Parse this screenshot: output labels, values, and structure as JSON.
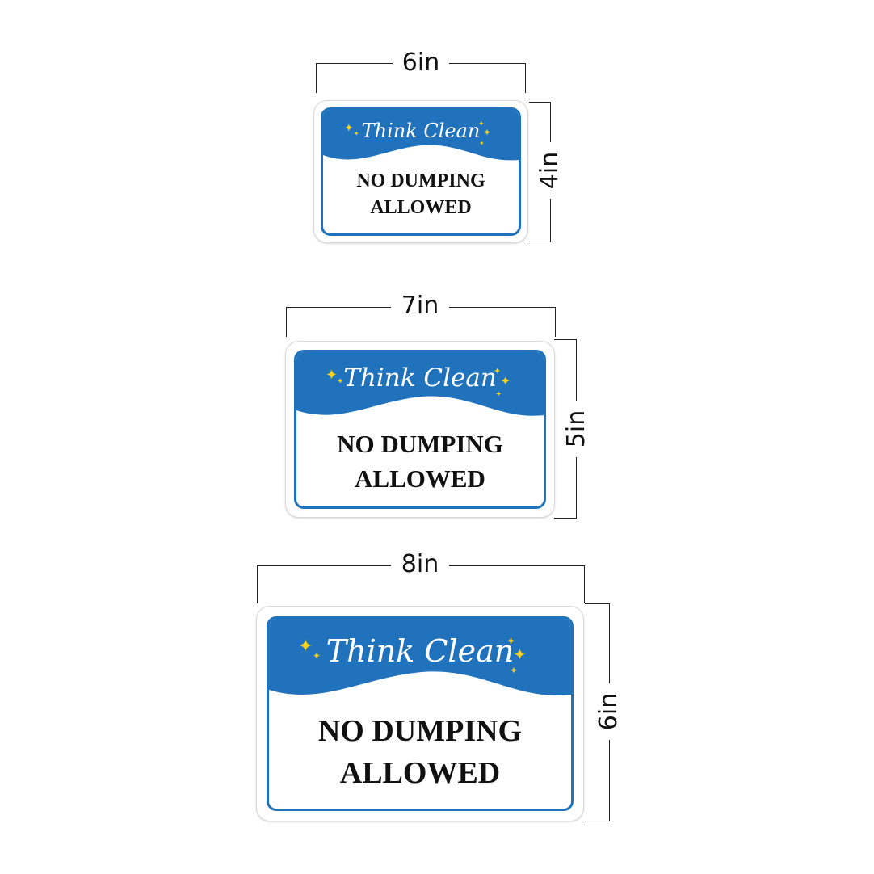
{
  "sign": {
    "tagline": "Think Clean",
    "line1": "NO DUMPING",
    "line2": "ALLOWED",
    "colors": {
      "brand_blue": "#1f72bb",
      "sparkle_yellow": "#f4d21e",
      "text": "#111111",
      "background": "#ffffff"
    },
    "icons": [
      "sparkle-icon"
    ]
  },
  "sizes": [
    {
      "width_label": "6in",
      "height_label": "4in"
    },
    {
      "width_label": "7in",
      "height_label": "5in"
    },
    {
      "width_label": "8in",
      "height_label": "6in"
    }
  ]
}
